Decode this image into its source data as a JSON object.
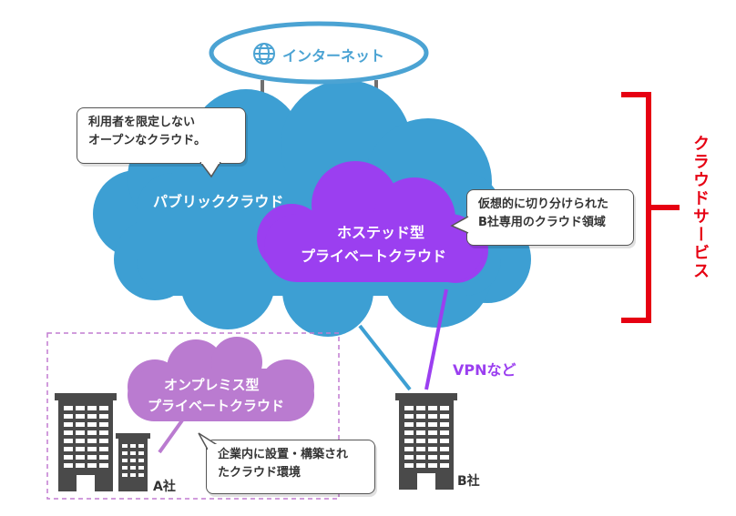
{
  "internet": {
    "label": "インターネット",
    "icon": "globe-icon"
  },
  "public_cloud": {
    "label": "パブリッククラウド",
    "color": "#3D9FD3"
  },
  "hosted_cloud": {
    "line1": "ホステッド型",
    "line2": "プライベートクラウド",
    "color": "#9B3FF0"
  },
  "onprem_cloud": {
    "line1": "オンプレミス型",
    "line2": "プライベートクラウド",
    "color": "#BA7BD0"
  },
  "callouts": {
    "public": {
      "line1": "利用者を限定しない",
      "line2": "オープンなクラウド。"
    },
    "hosted": {
      "line1": "仮想的に切り分けられた",
      "line2": "B社専用のクラウド領域"
    },
    "onprem": {
      "line1": "企業内に設置・構築され",
      "line2": "たクラウド環境"
    }
  },
  "vpn_label": "VPNなど",
  "cloud_service_label": "クラウドサービス",
  "company_a": "A社",
  "company_b": "B社",
  "colors": {
    "accent_red": "#E60012",
    "vpn_purple": "#9B3FF0",
    "building": "#4A4A4A",
    "dash_border": "#C27BD0"
  }
}
